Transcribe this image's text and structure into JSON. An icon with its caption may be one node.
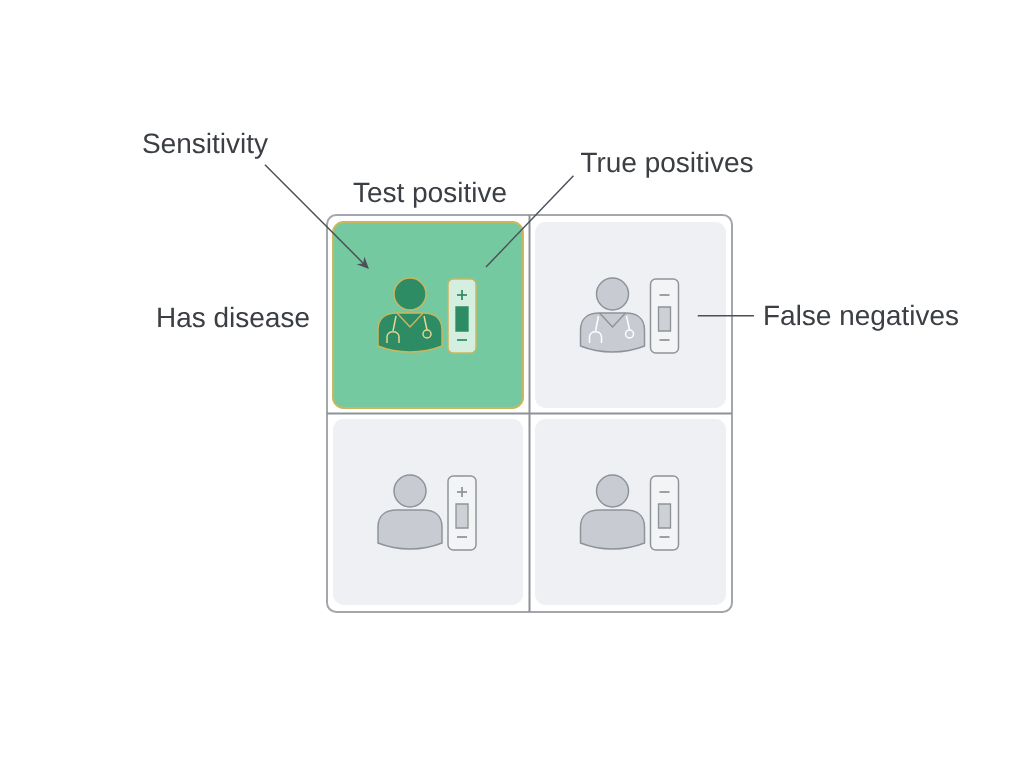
{
  "diagram": {
    "nodes": [
      {
        "text": [
          "Sensitivity"
        ]
      },
      {
        "text": [
          "True positives"
        ]
      },
      {
        "text": [],
        "shape": "box"
      },
      {
        "text": [],
        "shape": "box",
        "in": 2
      },
      {
        "text": [],
        "shape": "box",
        "in": 2
      },
      {
        "text": [],
        "shape": "box",
        "in": 2
      },
      {
        "text": [],
        "shape": "box",
        "in": 2
      },
      {
        "text": [
          "False negatives"
        ]
      }
    ],
    "edges": [
      {
        "from": 0,
        "to": 3,
        "arrow": "to"
      },
      {
        "from": 1,
        "to": 3,
        "arrow": "none"
      },
      {
        "from": 7,
        "to": 4,
        "arrow": "none"
      }
    ],
    "labels": [
      "Test positive",
      "Has disease"
    ]
  }
}
